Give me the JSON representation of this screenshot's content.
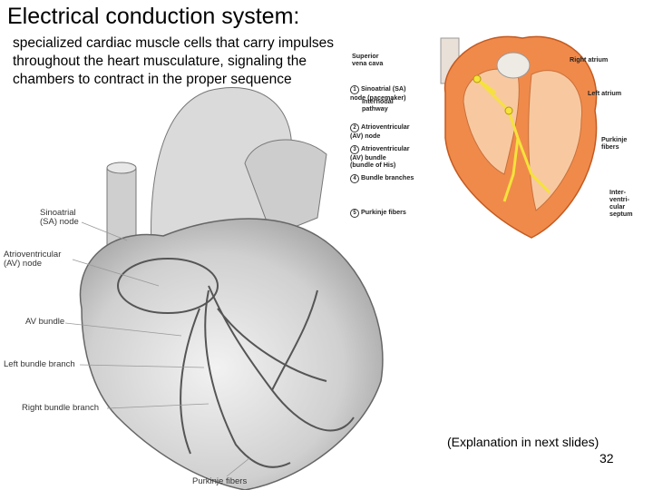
{
  "slide": {
    "title": "Electrical conduction system:",
    "subtitle": "specialized cardiac muscle cells that carry impulses throughout the heart musculature, signaling the chambers to contract in the proper sequence",
    "note": "(Explanation in next slides)",
    "page_number": "32"
  },
  "large_diagram": {
    "labels": {
      "sa_node": "Sinoatrial\n(SA) node",
      "av_node": "Atrioventricular\n(AV) node",
      "av_bundle": "AV bundle",
      "left_bundle": "Left bundle branch",
      "right_bundle": "Right bundle branch",
      "purkinje": "Purkinje fibers"
    }
  },
  "small_diagram": {
    "labels": {
      "superior_vena_cava": "Superior\nvena cava",
      "right_atrium": "Right atrium",
      "sa_node": "Sinoatrial (SA)\nnode (pacemaker)",
      "internodal": "Internodal\npathway",
      "av_node": "Atrioventricular\n(AV) node",
      "av_bundle": "Atrioventricular\n(AV) bundle\n(bundle of His)",
      "bundle_branches": "Bundle branches",
      "purkinje": "Purkinje fibers",
      "left_atrium": "Left atrium",
      "purkinje_right": "Purkinje\nfibers",
      "septum": "Inter-\nventri-\ncular\nseptum"
    },
    "step_numbers": [
      "1",
      "2",
      "3",
      "4",
      "5"
    ]
  },
  "colors": {
    "myocardium": "#f08a4b",
    "tissue_light": "#f8c9a0",
    "conduction": "#f5e23c",
    "heart_gray": "#c8c8c8"
  }
}
